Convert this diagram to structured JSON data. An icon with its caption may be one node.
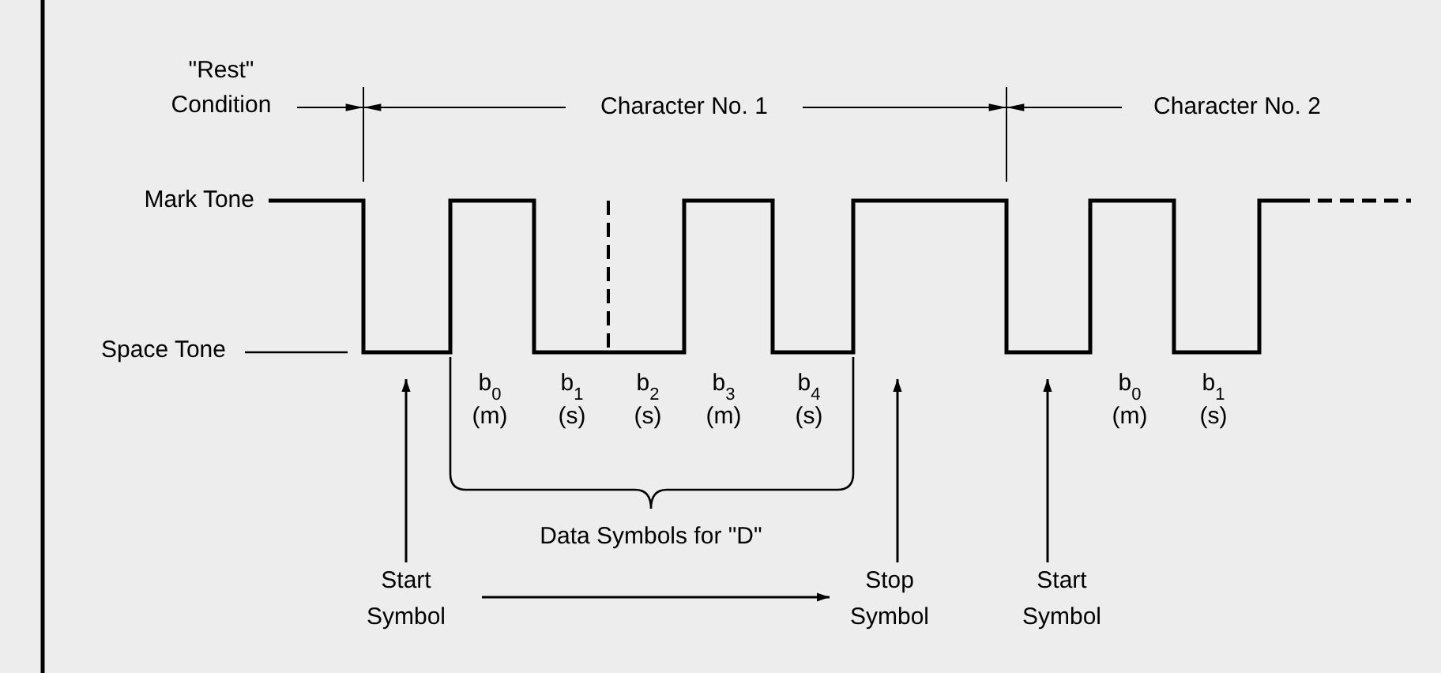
{
  "diagram": {
    "nodes": [
      {
        "text": [
          "Start Symbol"
        ]
      },
      {
        "text": [
          "Stop Symbol"
        ]
      },
      {
        "text": [
          "Start Symbol"
        ]
      }
    ],
    "edges": [
      {
        "from": 0,
        "to": null,
        "arrow": "to"
      },
      {
        "from": 1,
        "to": null,
        "arrow": "to"
      },
      {
        "from": 2,
        "to": null,
        "arrow": "to"
      },
      {
        "from": 0,
        "to": 1,
        "arrow": "to"
      }
    ],
    "labels": [
      "\"Rest\" Condition",
      "Character No. 1",
      "Character No. 2",
      "Mark Tone",
      "Space Tone",
      "b$_{0}$",
      "b$_{1}$",
      "b$_{2}$",
      "b$_{3}$",
      "b$_{4}$",
      "b$_{0}$",
      "b$_{1}$",
      "(m)",
      "(s)",
      "(s)",
      "(m)",
      "(s)",
      "(m)",
      "(s)",
      "Data Symbols for \"D\""
    ]
  }
}
